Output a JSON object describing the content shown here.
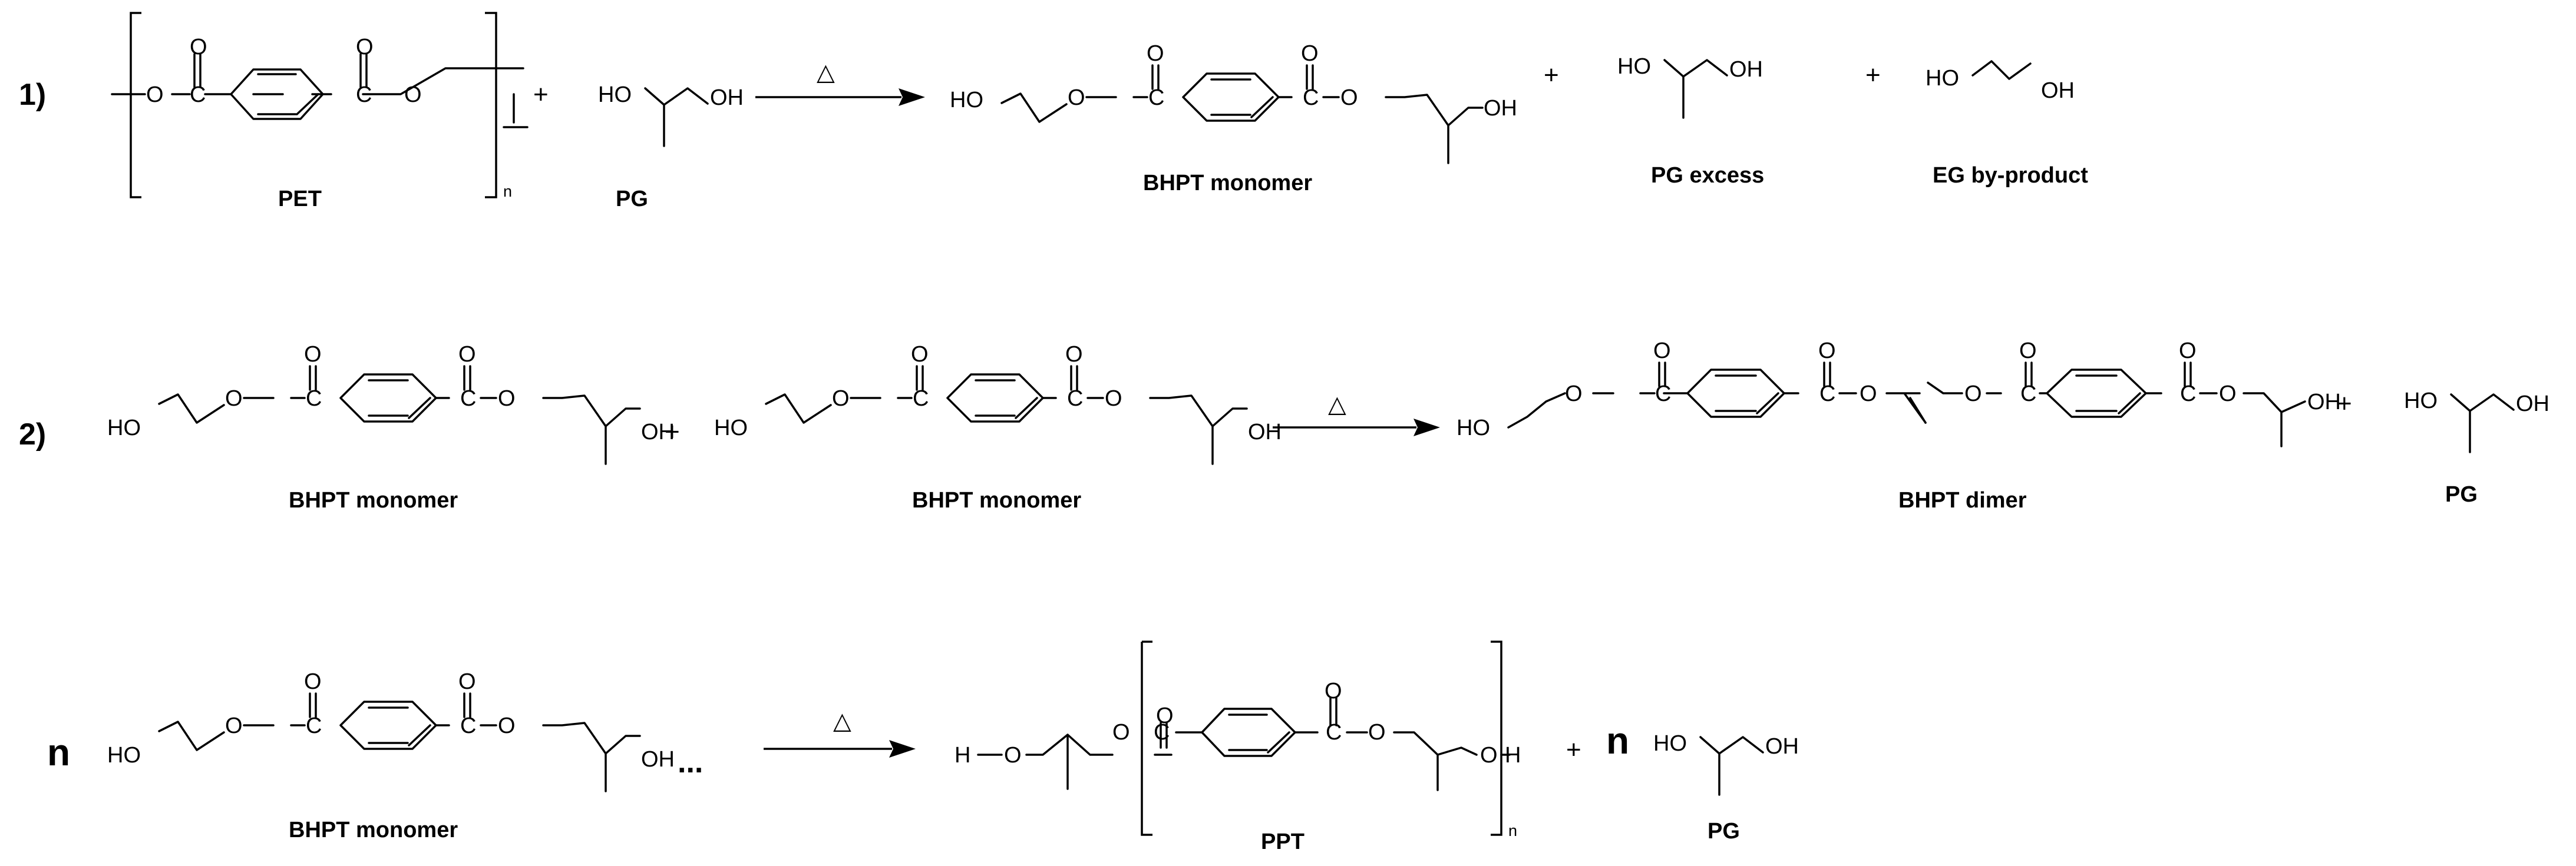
{
  "reactions": [
    {
      "step": "1)",
      "reactant_label_1": "PET",
      "reactant_label_2": "PG",
      "product_label_1": "BHPT monomer",
      "product_label_2": "PG excess",
      "product_label_3": "EG by-product",
      "plus_1": "+",
      "plus_2": "+",
      "plus_3": "+",
      "condition": "△",
      "repeat_subscript": "n"
    },
    {
      "step": "2)",
      "reactant_label_1": "BHPT monomer",
      "reactant_label_2": "BHPT monomer",
      "product_label_1": "BHPT dimer",
      "product_label_2": "PG",
      "plus_1": "+",
      "plus_2": "+",
      "condition": "△"
    },
    {
      "coefficient_1": "n",
      "reactant_label_1": "BHPT monomer",
      "ellipsis": "...",
      "product_label_1": "PPT",
      "coefficient_2": "n",
      "product_label_2": "PG",
      "plus_1": "+",
      "condition": "△",
      "repeat_subscript": "n"
    }
  ],
  "atoms": {
    "hydroxyl_left": "HO",
    "hydroxyl_right": "OH",
    "oxygen": "O",
    "carbon": "C",
    "hydrogen": "H"
  }
}
